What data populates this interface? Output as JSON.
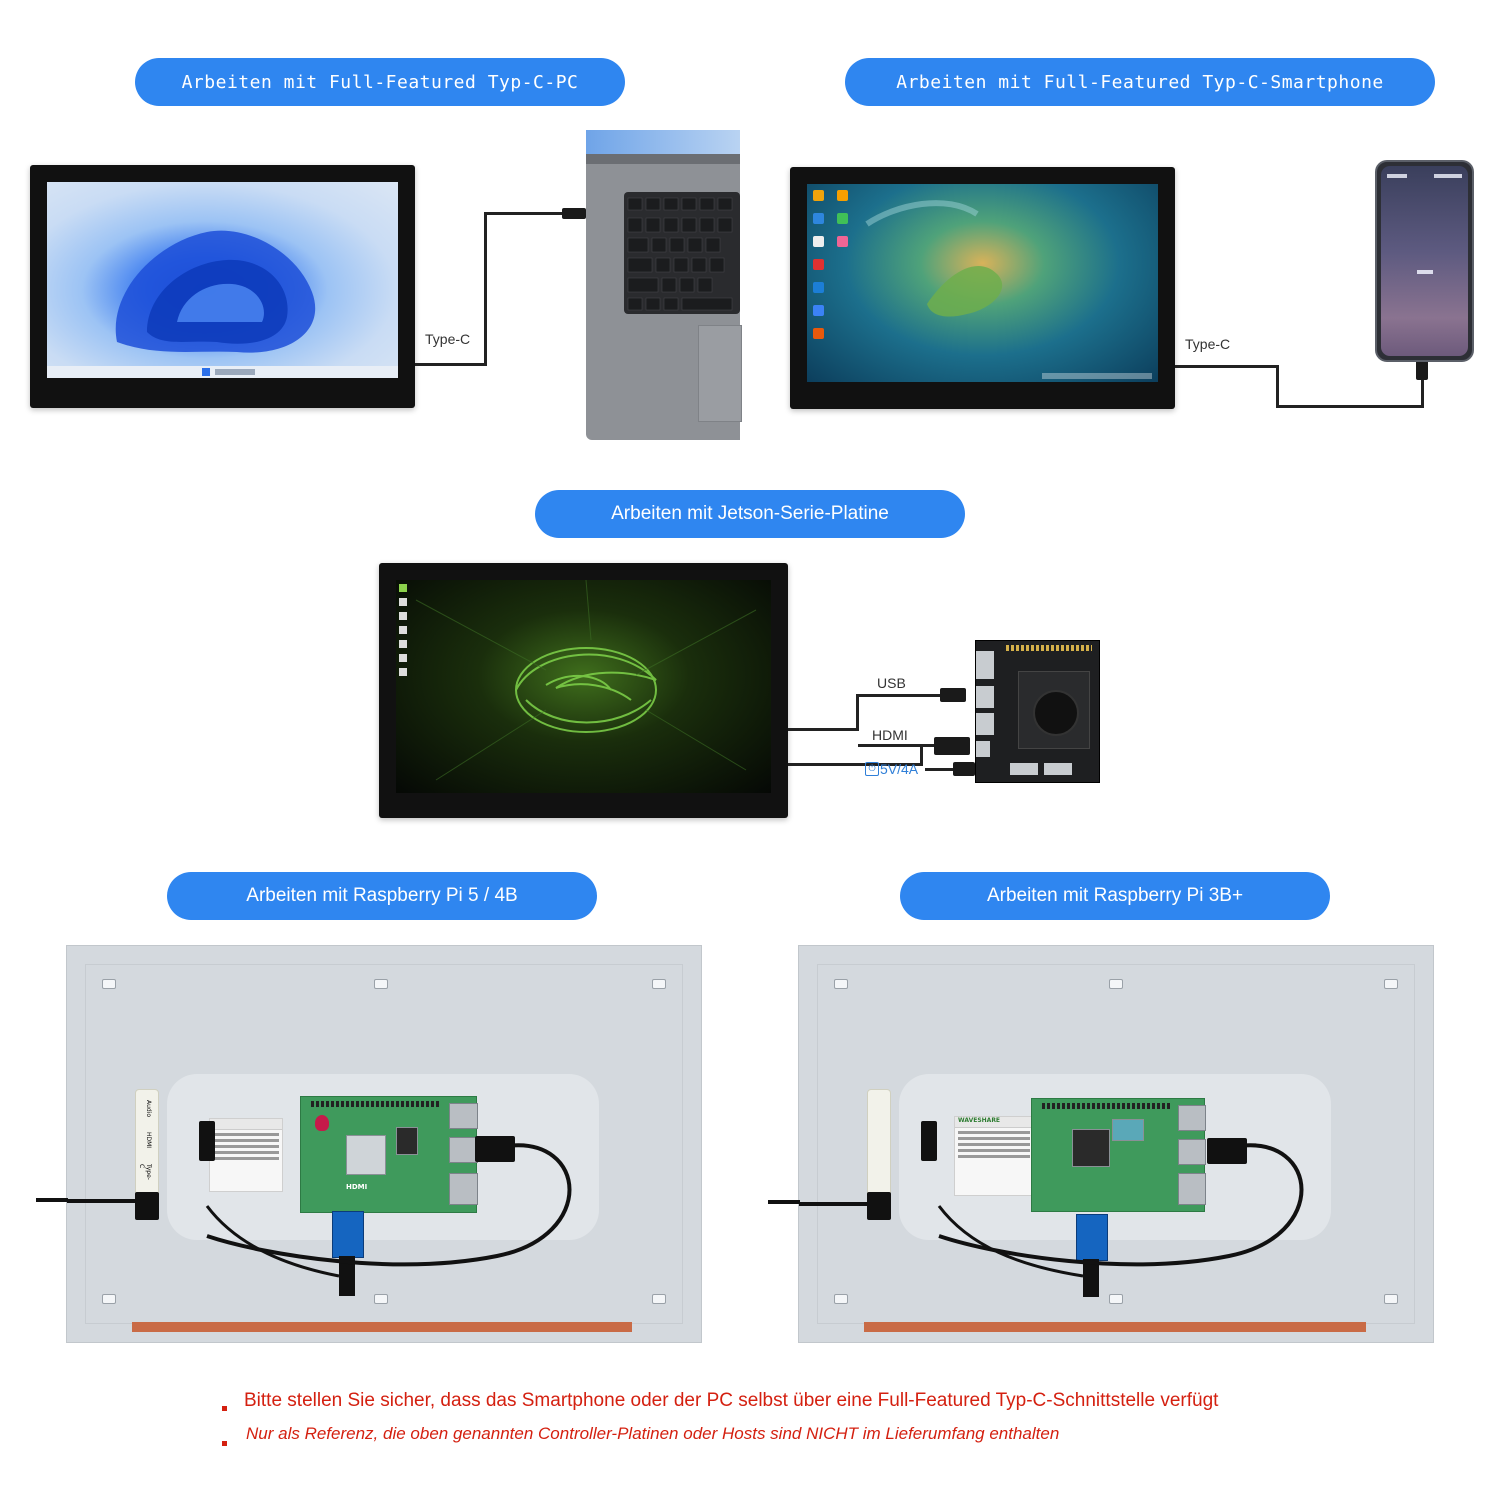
{
  "headings": {
    "pc": "Arbeiten mit Full-Featured Typ-C-PC",
    "smartphone": "Arbeiten mit Full-Featured Typ-C-Smartphone",
    "jetson": "Arbeiten mit Jetson-Serie-Platine",
    "rpi5": "Arbeiten mit Raspberry Pi 5 / 4B",
    "rpi3": "Arbeiten mit Raspberry Pi 3B+"
  },
  "cable_labels": {
    "pc_typec": "Type-C",
    "phone_typec": "Type-C",
    "usb": "USB",
    "hdmi": "HDMI",
    "power": "5V/4A"
  },
  "notes": {
    "note1": "Bitte stellen Sie sicher, dass das Smartphone oder der PC selbst über eine Full-Featured Typ-C-Schnittstelle verfügt",
    "note2": "Nur als Referenz, die oben genannten Controller-Platinen oder Hosts sind NICHT im Lieferumfang enthalten"
  },
  "board_text": {
    "hdmi": "HDMI",
    "waveshare": "WAVESHARE",
    "side_audio": "Audio",
    "side_hdmi": "HDMI",
    "side_typec": "Type-C"
  },
  "colors": {
    "pill_blue": "#2f86f0",
    "note_red": "#d42010",
    "power_blue": "#2f7fd8"
  },
  "icons": [
    "windows-logo-icon",
    "nvidia-logo-icon",
    "raspberry-pi-logo-icon",
    "power-icon"
  ]
}
